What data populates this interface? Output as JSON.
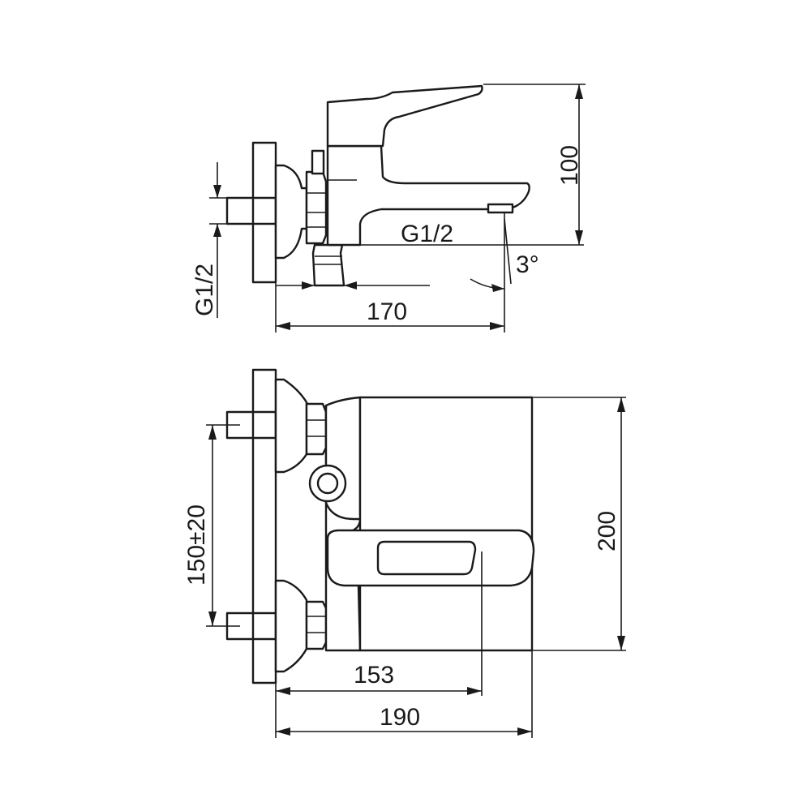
{
  "drawing": {
    "side_view": {
      "spout_thread": "G1/2",
      "inlet_thread": "G1/2",
      "height": "100",
      "depth": "170",
      "angle": "3°"
    },
    "top_view": {
      "center_distance": "150±20",
      "width": "200",
      "lever_depth": "153",
      "total_depth": "190"
    }
  },
  "colors": {
    "line": "#1a1a1a",
    "background": "#ffffff"
  }
}
